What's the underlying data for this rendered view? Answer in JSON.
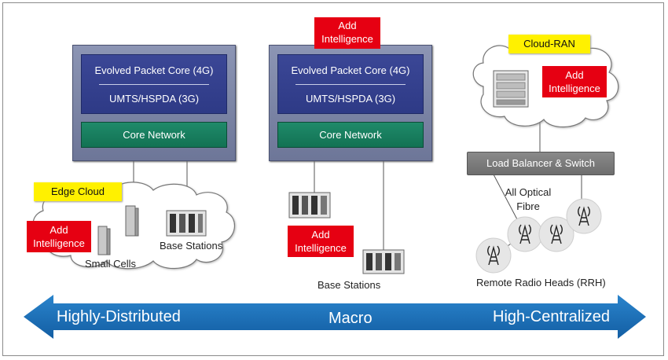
{
  "core_stack": {
    "epc_label": "Evolved Packet Core (4G)",
    "umts_label": "UMTS/HSPDA (3G)",
    "core_network_label": "Core Network"
  },
  "distributed": {
    "edge_cloud_label": "Edge Cloud",
    "add_intelligence_label": "Add\nIntelligence",
    "small_cells_label": "Small Cells",
    "base_stations_label": "Base Stations"
  },
  "macro": {
    "add_intelligence_top_label": "Add\nIntelligence",
    "add_intelligence_mid_label": "Add\nIntelligence",
    "base_stations_label": "Base Stations"
  },
  "centralized": {
    "cloud_ran_label": "Cloud-RAN",
    "add_intelligence_label": "Add\nIntelligence",
    "load_balancer_label": "Load Balancer & Switch",
    "optical_fibre_label": "All Optical\nFibre",
    "rrh_label": "Remote Radio Heads (RRH)"
  },
  "spectrum": {
    "left_label": "Highly-Distributed",
    "center_label": "Macro",
    "right_label": "High-Centralized"
  },
  "colors": {
    "arrow_blue": "#1a6fb8",
    "add_red": "#e60012",
    "tag_yellow": "#fff100",
    "core_green": "#157a5c",
    "core_navy": "#2e3a86"
  }
}
